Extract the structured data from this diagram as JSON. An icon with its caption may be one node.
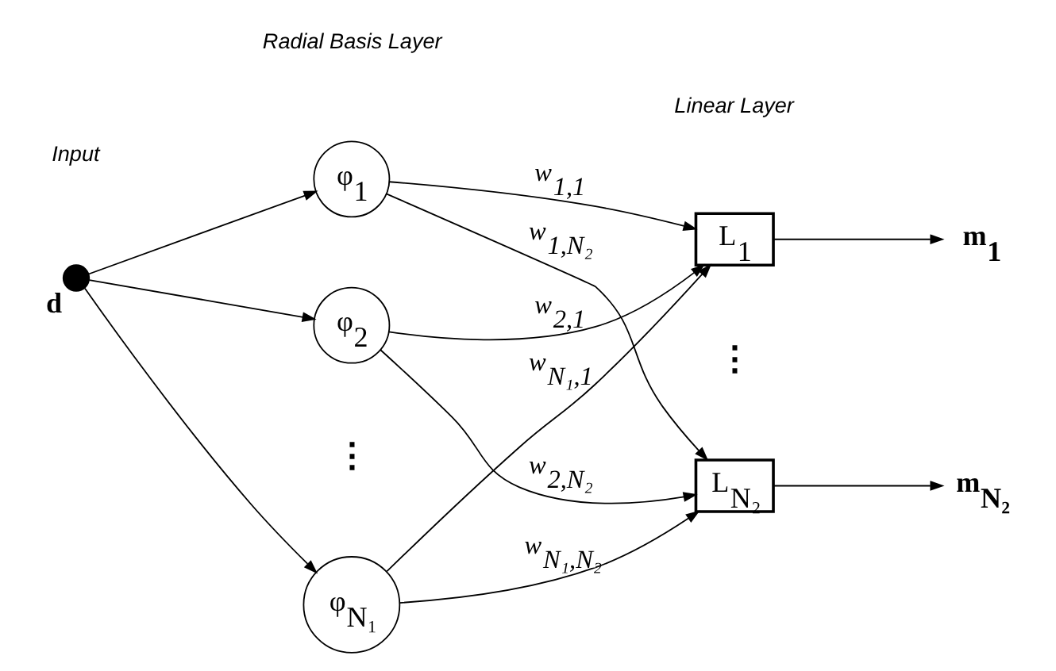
{
  "diagram": {
    "nodes": [
      {
        "text": [],
        "shape": "circle",
        "beside": [
          "d"
        ]
      },
      {
        "text": [
          "φ$_{1}$"
        ]
      },
      {
        "text": [
          "φ$_{2}$"
        ]
      },
      {
        "text": [
          "φ$_{N₁}$"
        ]
      },
      {
        "text": [
          "L$_{1}$"
        ]
      },
      {
        "text": [
          "L$_{N₂}$"
        ]
      },
      {
        "text": [
          "m$_{1}$"
        ]
      },
      {
        "text": [
          "m$_{N₂}$"
        ]
      }
    ],
    "edges": [
      {
        "from": 0,
        "to": 1,
        "arrow": "to"
      },
      {
        "from": 0,
        "to": 2,
        "arrow": "to"
      },
      {
        "from": 0,
        "to": 3,
        "arrow": "to"
      },
      {
        "from": 1,
        "to": 4,
        "arrow": "to",
        "label": "w$_{1,1}$"
      },
      {
        "from": 1,
        "to": 5,
        "arrow": "to",
        "label": "w$_{1,N₂}$"
      },
      {
        "from": 2,
        "to": 4,
        "arrow": "to",
        "label": "w$_{2,1}$"
      },
      {
        "from": 2,
        "to": 5,
        "arrow": "to",
        "label": "w$_{2,N₂}$"
      },
      {
        "from": 3,
        "to": 4,
        "arrow": "to",
        "label": "w$_{N₁,1}$"
      },
      {
        "from": 3,
        "to": 5,
        "arrow": "to",
        "label": "w$_{N₁,N₂}$"
      },
      {
        "from": 4,
        "to": 6,
        "arrow": "to"
      },
      {
        "from": 5,
        "to": 7,
        "arrow": "to"
      }
    ],
    "labels": [
      "Input",
      "Radial Basis Layer",
      "Linear Layer",
      "⋮",
      "⋮"
    ]
  }
}
